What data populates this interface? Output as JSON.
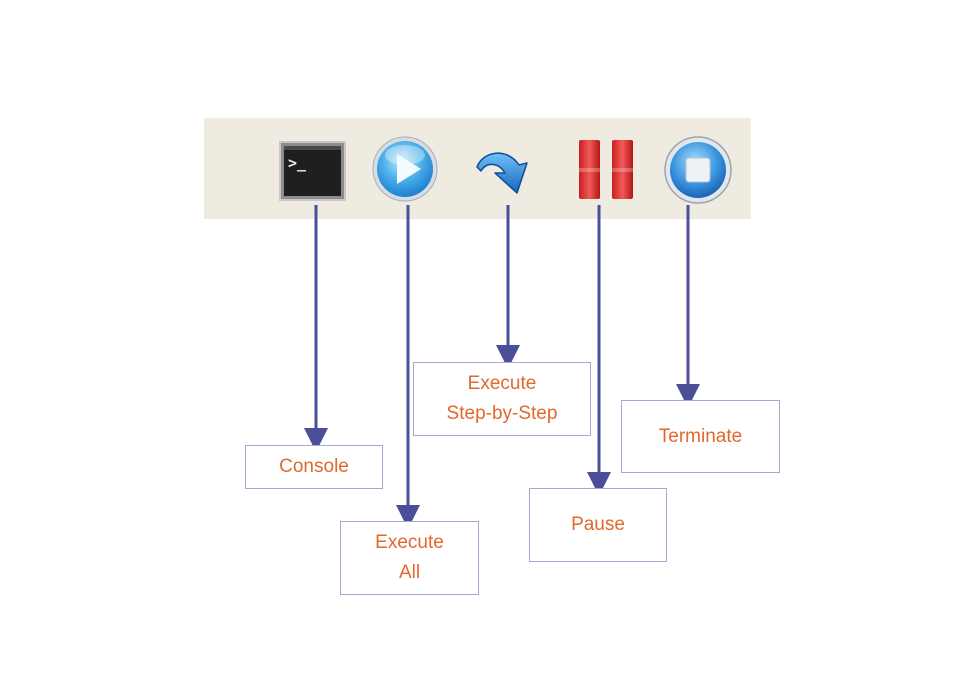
{
  "toolbar": {
    "background": "#efebe1",
    "tools": [
      {
        "name": "Console",
        "icon": "console-icon"
      },
      {
        "name": "Execute All",
        "icon": "play-icon"
      },
      {
        "name": "Execute Step-by-Step",
        "icon": "step-arrow-icon"
      },
      {
        "name": "Pause",
        "icon": "pause-icon"
      },
      {
        "name": "Terminate",
        "icon": "stop-icon"
      }
    ]
  },
  "labels": {
    "console": [
      "Console"
    ],
    "execute_all": [
      "Execute",
      "All"
    ],
    "execute_step": [
      "Execute",
      "Step-by-Step"
    ],
    "pause": [
      "Pause"
    ],
    "terminate": [
      "Terminate"
    ]
  },
  "colors": {
    "arrow": "#4b4f9a",
    "label_text": "#e2682b",
    "label_border": "#a9a5cf"
  }
}
